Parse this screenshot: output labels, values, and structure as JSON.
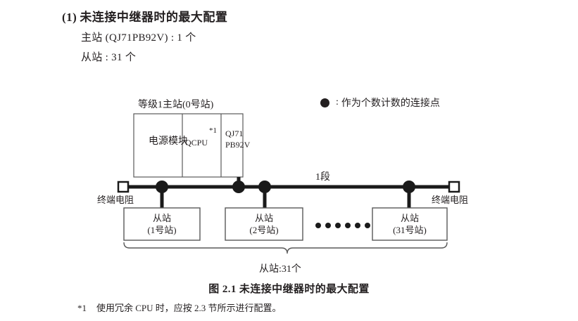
{
  "heading": {
    "number": "(1)",
    "text": "未连接中继器时的最大配置"
  },
  "spec": {
    "master_line": "主站 (QJ71PB92V) : 1 个",
    "slave_line": "从站 : 31 个"
  },
  "legend": {
    "symbol": "filled-circle",
    "colon": ":",
    "text": "作为个数计数的连接点"
  },
  "diagram": {
    "master": {
      "label": "等级1主站(0号站)",
      "modules": [
        {
          "name": "power-module",
          "text": "电源模块"
        },
        {
          "name": "cpu-module",
          "text": "QCPU",
          "footnote_mark": "*1"
        },
        {
          "name": "network-module",
          "line1": "QJ71",
          "line2": "PB92V"
        }
      ]
    },
    "bus": {
      "segment_label": "1段",
      "terminator_left": "终端电阻",
      "terminator_right": "终端电阻",
      "connection_points": 4,
      "ellipsis_dots": 6
    },
    "slaves": [
      {
        "title": "从站",
        "station": "(1号站)"
      },
      {
        "title": "从站",
        "station": "(2号站)"
      },
      {
        "title": "从站",
        "station": "(31号站)"
      }
    ],
    "brace_label": "从站:31个"
  },
  "caption": "图 2.1  未连接中继器时的最大配置",
  "footnote": {
    "mark": "*1",
    "text": "使用冗余 CPU 时，应按 2.3 节所示进行配置。"
  },
  "colors": {
    "ink": "#231f20",
    "box_stroke": "#595959",
    "bus": "#1a1a1a",
    "background": "#ffffff"
  }
}
